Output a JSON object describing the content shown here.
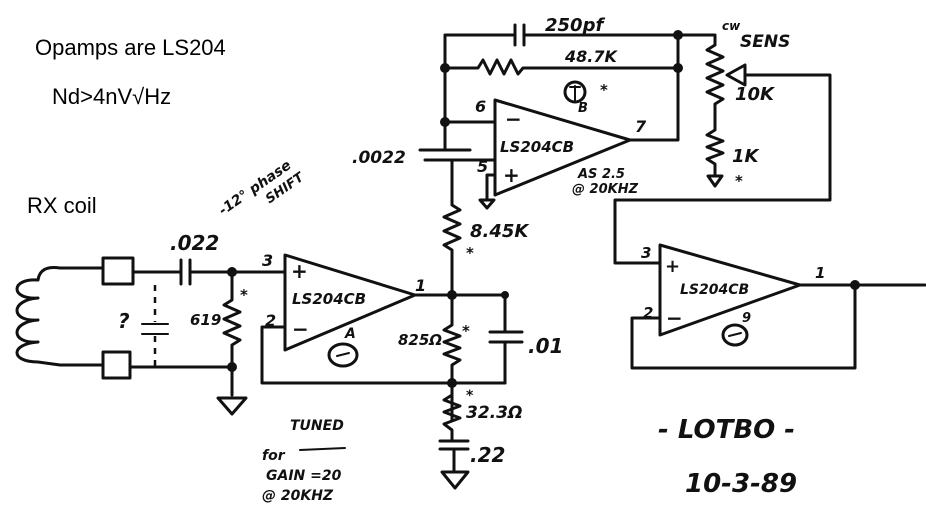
{
  "notes": {
    "title": "Opamps are LS204",
    "noise": "Nd>4nV√Hz",
    "coil_label": "RX coil",
    "phase_note_1": "-12° phase",
    "phase_note_2": "SHIFT",
    "tuned_1": "TUNED",
    "tuned_2": "for",
    "tuned_3": "GAIN =20",
    "tuned_4": "@ 20KHZ",
    "author": "- LOTBO -",
    "date": "10-3-89",
    "gain_note_1": "AS 2.5",
    "gain_note_2": "@ 20KHZ"
  },
  "components": {
    "c_input": ".022",
    "r_input": "619",
    "c_unknown": "?",
    "opamp_a": "LS204CB",
    "opamp_a_unit": "A",
    "opamp_b": "LS204CB",
    "opamp_b_unit": "B",
    "opamp_c": "LS204CB",
    "opamp_c_unit": "9",
    "r_825": "825Ω",
    "c_01": ".01",
    "r_32": "32.3Ω",
    "c_22": ".22",
    "r_845": "8.45K",
    "c_0022": ".0022",
    "c_250": "250pf",
    "r_487": "48.7K",
    "pot": "10K",
    "pot_cw": "cw",
    "pot_label": "SENS",
    "r_1k": "1K",
    "star": "*"
  },
  "pins": {
    "a_plus": "3",
    "a_minus": "2",
    "a_out": "1",
    "b_minus": "6",
    "b_plus": "5",
    "b_out": "7",
    "c_plus": "3",
    "c_minus": "2",
    "c_out": "1"
  }
}
